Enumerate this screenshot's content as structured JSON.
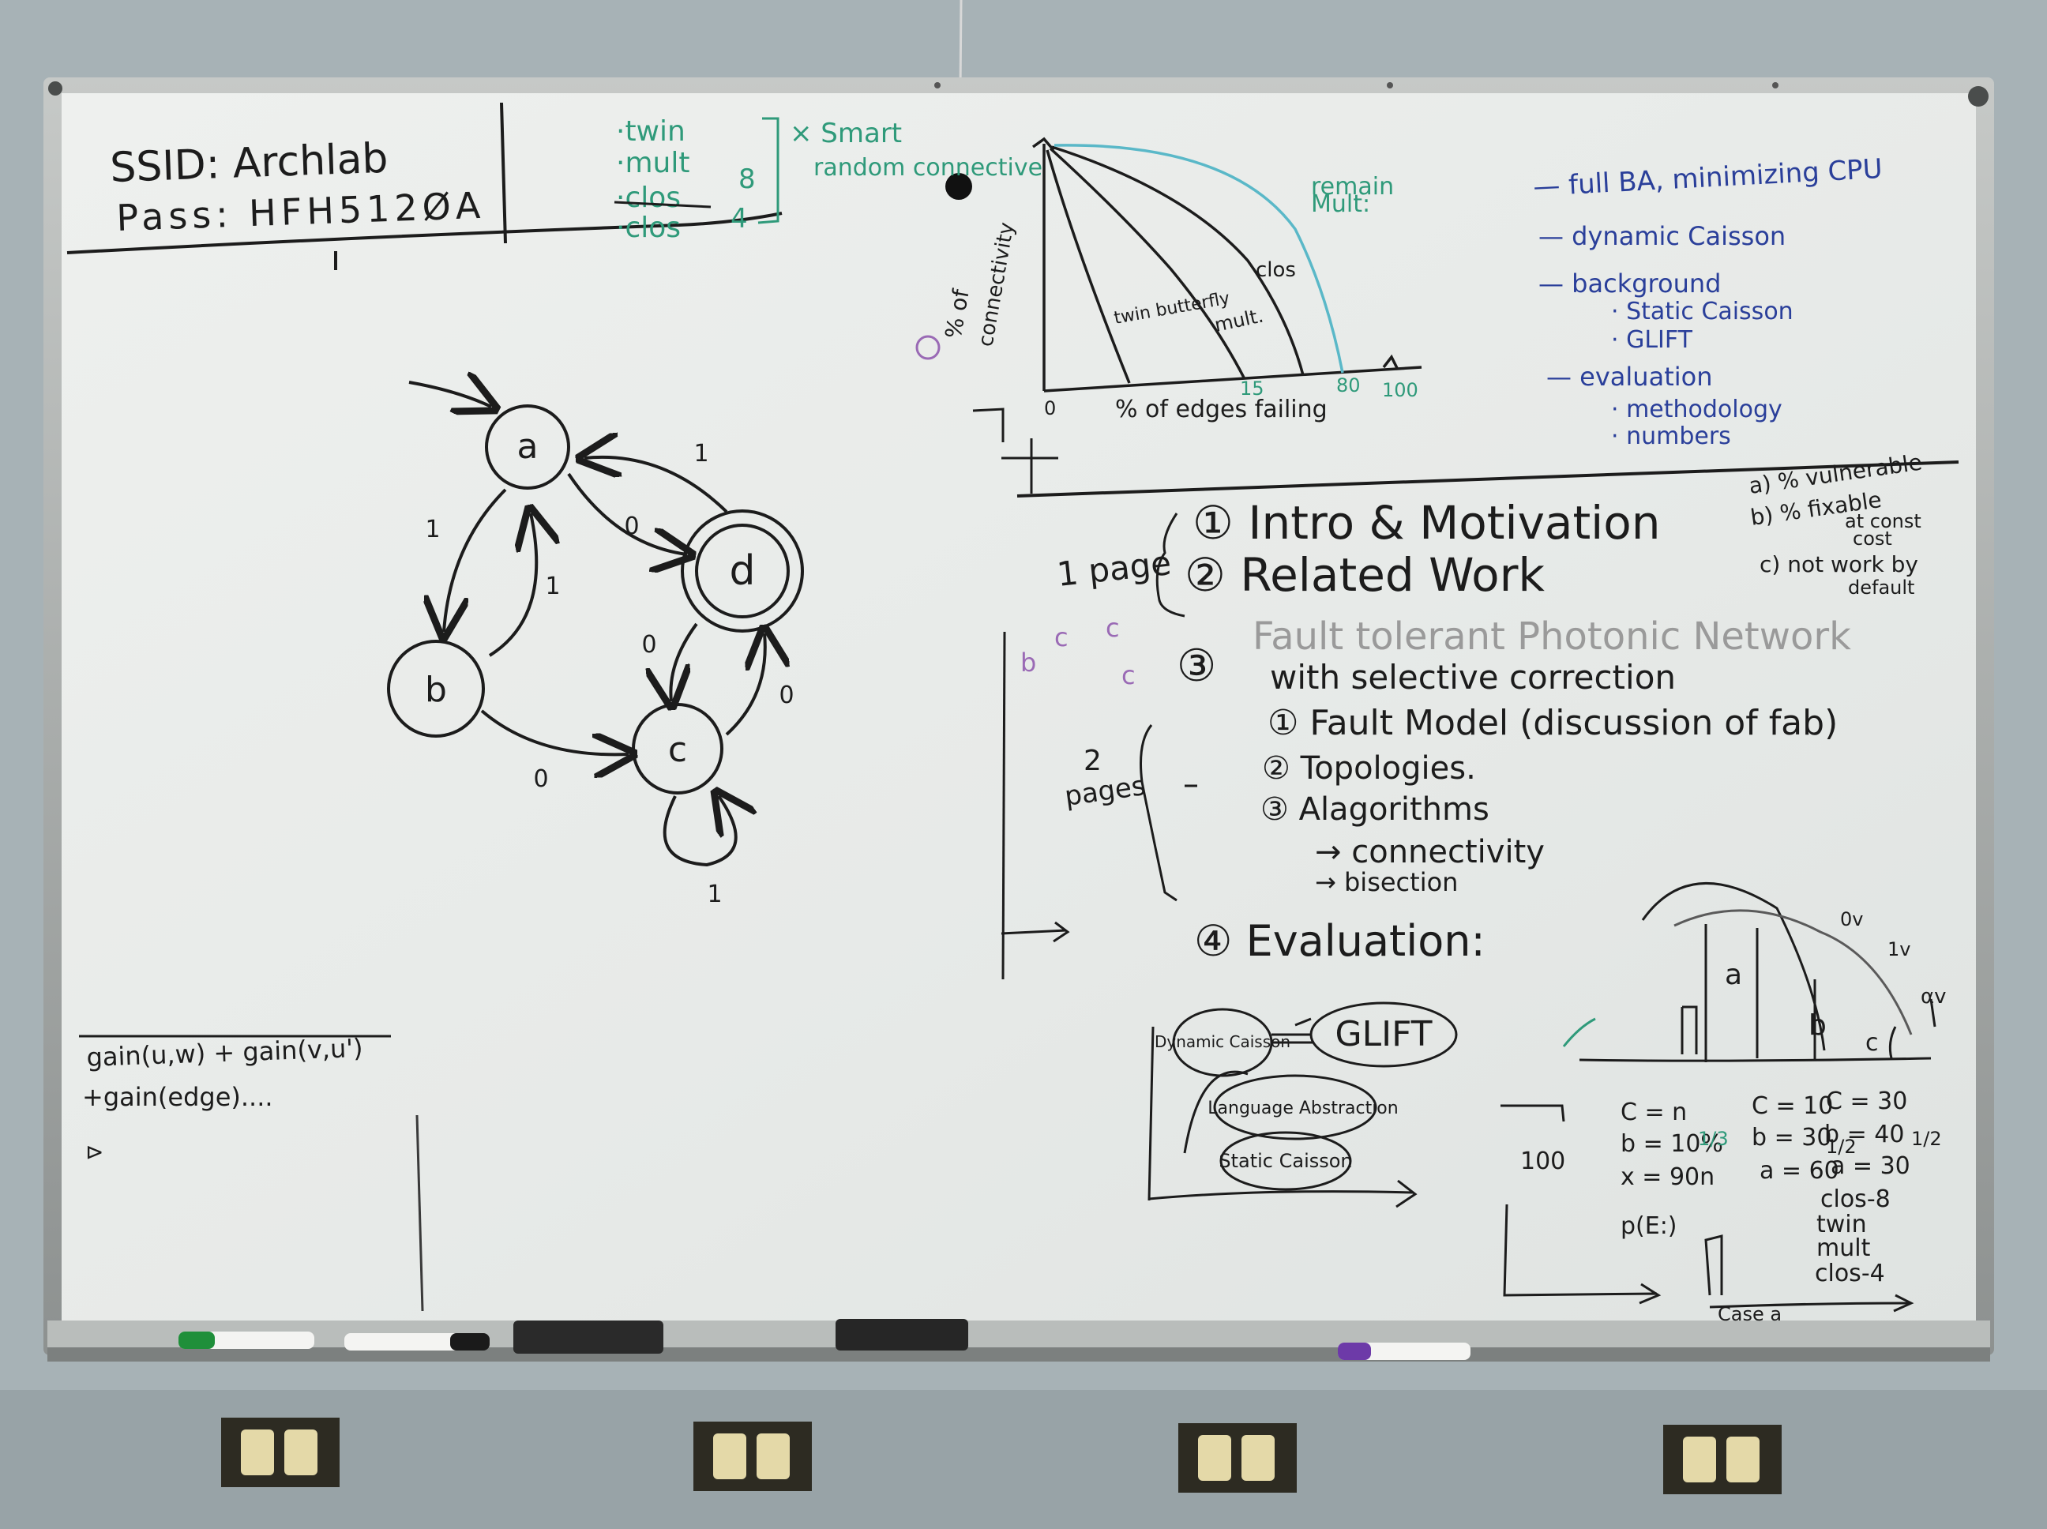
{
  "wifi": {
    "ssid": "SSID: Archlab",
    "pass": "Pass: HFH512ØA"
  },
  "green_notes": {
    "items": [
      "·twin",
      "·mult",
      "·clos",
      "·clos"
    ],
    "nums": [
      "8",
      "4"
    ],
    "smart": "× Smart",
    "random": "random connective",
    "remain": "remain",
    "mult": "Mult:"
  },
  "graph": {
    "ylabel_1": "% of",
    "ylabel_2": "connectivity",
    "xlabel": "% of edges failing",
    "x_ticks": [
      "0",
      "15",
      "80",
      "100"
    ],
    "curves": [
      "twin butterfly",
      "mult.",
      "clos"
    ]
  },
  "blue_list": {
    "items": [
      "— full BA, minimizing CPU",
      "— dynamic Caisson",
      "— background",
      "· Static Caisson",
      "· GLIFT",
      "— evaluation",
      "· methodology",
      "· numbers"
    ]
  },
  "state_machine": {
    "nodes": [
      "a",
      "b",
      "c",
      "d"
    ],
    "edge_labels": [
      "1",
      "1",
      "0",
      "1",
      "0",
      "0",
      "0",
      "1"
    ]
  },
  "outline": {
    "page1": "1 page",
    "page2_a": "2",
    "page2_b": "pages",
    "items": [
      "① Intro & Motivation",
      "② Related Work",
      "③",
      "Fault tolerant Photonic Network",
      "with selective correction",
      "① Fault Model (discussion of fab)",
      "② Topologies.",
      "③ Alagorithms",
      "→ connectivity",
      "→ bisection",
      "④ Evaluation:"
    ]
  },
  "right_notes": {
    "lines": [
      "a) % vulnerable",
      "b) % fixable",
      "at const",
      "cost",
      "c) not work by",
      "default"
    ]
  },
  "eval_diagram": {
    "bubbles": [
      "Dynamic Caisson",
      "GLIFT",
      "Language Abstraction",
      "Static Caisson"
    ]
  },
  "bottom_right": {
    "col1": [
      "C = n",
      "b = 10%",
      "x = 90n",
      "p(E:)"
    ],
    "col2": [
      "C = 10",
      "b = 30",
      "a = 60"
    ],
    "col3": [
      "C = 30",
      "b = 40",
      "a = 30",
      "clos-8",
      "twin",
      "mult",
      "clos-4"
    ],
    "frac1": "1/3",
    "frac2": "1/2",
    "frac3": "1/2",
    "hundred": "100",
    "letters": [
      "a",
      "b",
      "c"
    ],
    "labels": [
      "0v",
      "1v",
      "αv"
    ],
    "bottom": "Case a"
  },
  "left_bottom": {
    "lines": [
      "gain(u,w) + gain(v,u')",
      "+gain(edge)....",
      "⊳"
    ]
  },
  "colors": {
    "board": "#e9ecea",
    "ink_black": "#1c1c1c",
    "ink_green": "#2f9a7a",
    "ink_blue": "#2a3f9a",
    "ink_purple": "#9a6ab5",
    "frame": "#a9adab"
  }
}
